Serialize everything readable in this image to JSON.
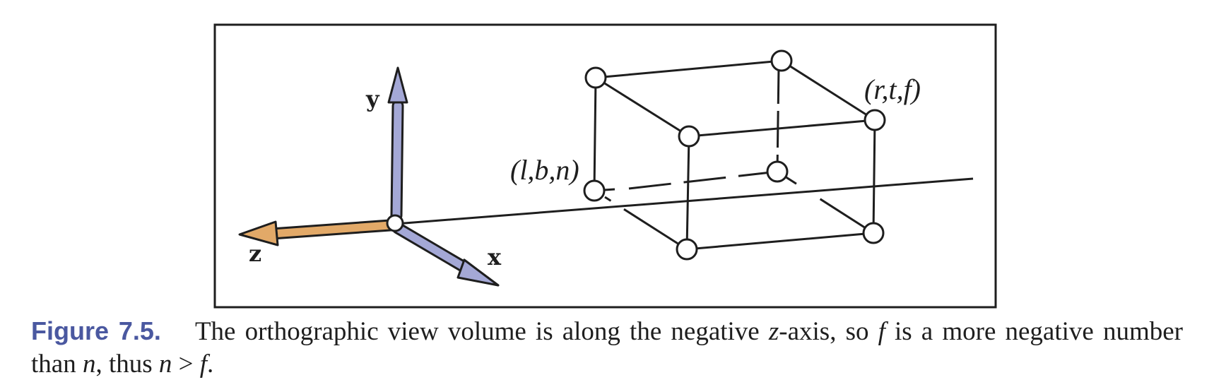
{
  "diagram": {
    "axes": {
      "x_label": "x",
      "y_label": "y",
      "z_label": "z"
    },
    "points": {
      "near_corner": "(l,b,n)",
      "far_corner": "(r,t,f)"
    },
    "colors": {
      "xy_axis": "#a4a8d6",
      "z_axis": "#e2a968",
      "stroke": "#1e1e1e",
      "caption_label": "#4a58a0"
    }
  },
  "caption": {
    "label": "Figure 7.5.",
    "t1": "The orthographic view volume is along the negative ",
    "z": "z",
    "t2": "-axis, so ",
    "f": "f",
    "t3": " is a more negative number than ",
    "n": "n",
    "t4": ", thus ",
    "n2": "n",
    "t5": " > ",
    "f2": "f",
    "t6": "."
  }
}
